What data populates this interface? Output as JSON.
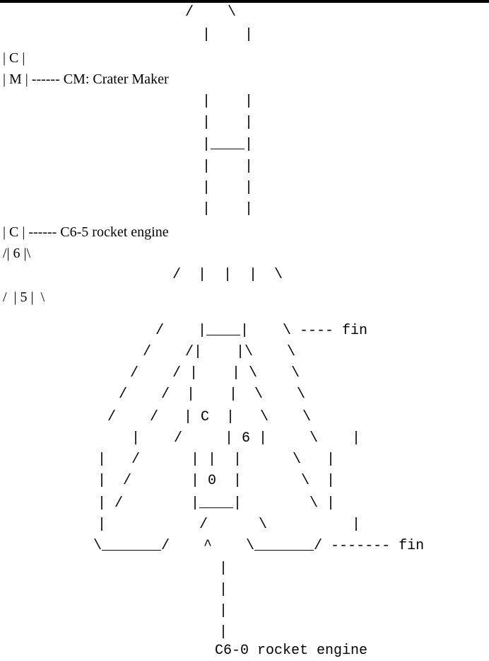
{
  "diagram": {
    "lines": [
      {
        "text": "/    \\",
        "style": "mono"
      },
      {
        "text": "|    |",
        "style": "mono"
      },
      {
        "text": "| C |",
        "style": "serif"
      },
      {
        "text": "| M | ------ CM: Crater Maker",
        "style": "serif"
      },
      {
        "text": "|    |",
        "style": "mono"
      },
      {
        "text": "|    |",
        "style": "mono"
      },
      {
        "text": "|____|",
        "style": "mono"
      },
      {
        "text": "|    |",
        "style": "mono"
      },
      {
        "text": "|    |",
        "style": "mono"
      },
      {
        "text": "|    |",
        "style": "mono"
      },
      {
        "text": "| C | ------ C6-5 rocket engine",
        "style": "serif"
      },
      {
        "text": "/| 6 |\\",
        "style": "serif"
      },
      {
        "text": "/  |  |  |  \\",
        "style": "mono"
      },
      {
        "text": "/  | 5 |  \\",
        "style": "serif"
      },
      {
        "text": "/    |____|    \\ ---- fin",
        "style": "mono"
      },
      {
        "text": "/    /|    |\\    \\",
        "style": "mono"
      },
      {
        "text": "/    / |    | \\    \\",
        "style": "mono"
      },
      {
        "text": "/    /  |    |  \\    \\",
        "style": "mono"
      },
      {
        "text": "/    /   | C  |   \\    \\",
        "style": "mono"
      },
      {
        "text": "|    /     | 6 |     \\    |",
        "style": "mono"
      },
      {
        "text": "|   /      | |  |      \\   |",
        "style": "mono"
      },
      {
        "text": "|  /       | 0  |       \\  |",
        "style": "mono"
      },
      {
        "text": "| /        |____|        \\ |",
        "style": "mono"
      },
      {
        "text": "|           /      \\          |",
        "style": "mono"
      },
      {
        "text": "\\_______/    ^    \\_______/ ------- fin",
        "style": "mono"
      },
      {
        "text": "|",
        "style": "mono"
      },
      {
        "text": "|",
        "style": "mono"
      },
      {
        "text": "|",
        "style": "mono"
      },
      {
        "text": "|",
        "style": "mono"
      },
      {
        "text": "C6-0 rocket engine",
        "style": "mono"
      }
    ]
  }
}
